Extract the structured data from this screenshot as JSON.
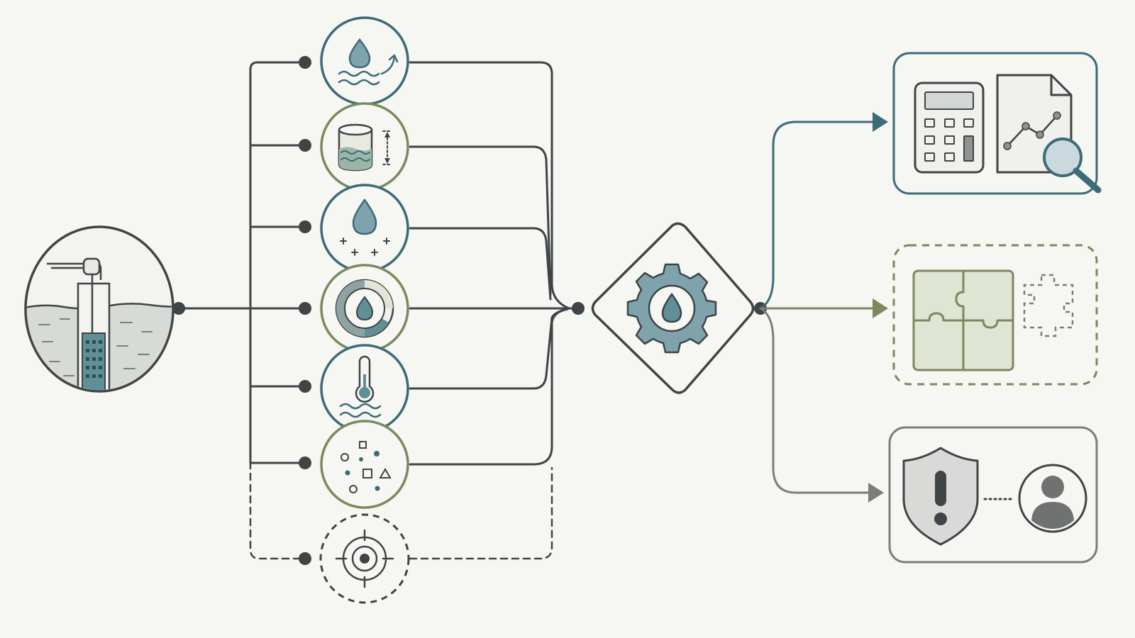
{
  "diagram": {
    "type": "flow",
    "source": {
      "icon": "well-icon"
    },
    "measurements": [
      {
        "icon": "water-drop-wave-icon",
        "tone": "teal",
        "style": "solid"
      },
      {
        "icon": "water-tank-level-icon",
        "tone": "olive",
        "style": "solid"
      },
      {
        "icon": "water-drop-sparkle-icon",
        "tone": "teal",
        "style": "solid"
      },
      {
        "icon": "drop-gauge-icon",
        "tone": "olive",
        "style": "solid"
      },
      {
        "icon": "thermometer-water-icon",
        "tone": "teal",
        "style": "solid"
      },
      {
        "icon": "particles-icon",
        "tone": "olive",
        "style": "solid"
      },
      {
        "icon": "target-icon",
        "tone": "gray",
        "style": "dashed"
      }
    ],
    "processor": {
      "icon": "gear-drop-icon"
    },
    "outputs": [
      {
        "icons": [
          "calculator-icon",
          "report-chart-icon",
          "magnifier-icon"
        ],
        "tone": "teal",
        "style": "solid"
      },
      {
        "icons": [
          "puzzle-icon",
          "missing-puzzle-piece-icon"
        ],
        "tone": "olive",
        "style": "dashed"
      },
      {
        "icons": [
          "warning-shield-icon",
          "user-icon"
        ],
        "tone": "gray",
        "style": "solid"
      }
    ],
    "colors": {
      "background": "#f6f6f2",
      "line": "#3f4447",
      "teal": "#3d6b78",
      "teal_fill": "#7fa3ad",
      "olive": "#7a8a5e",
      "olive_fill": "#dfe4d3",
      "gray": "#7b7e7c",
      "gray_fill": "#d9dad8"
    }
  }
}
